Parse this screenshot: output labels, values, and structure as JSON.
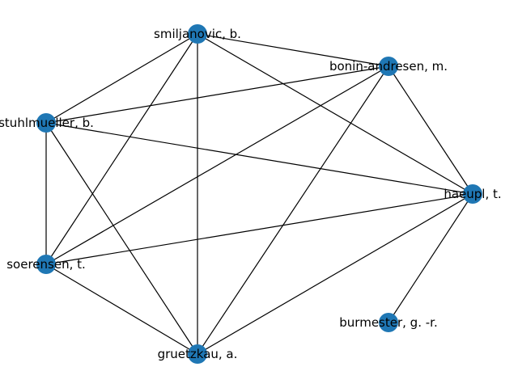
{
  "graph": {
    "node_color": "#1f77b4",
    "edge_color": "#000000",
    "nodes": [
      {
        "id": "smiljanovic",
        "label": "smiljanovic, b."
      },
      {
        "id": "bonin",
        "label": "bonin-andresen, m."
      },
      {
        "id": "stuhlmueller",
        "label": "stuhlmueller, b."
      },
      {
        "id": "haeupl",
        "label": "haeupl, t."
      },
      {
        "id": "soerensen",
        "label": "soerensen, t."
      },
      {
        "id": "burmester",
        "label": "burmester, g. -r."
      },
      {
        "id": "gruetzkau",
        "label": "gruetzkau, a."
      }
    ],
    "edges": [
      [
        "smiljanovic",
        "bonin"
      ],
      [
        "smiljanovic",
        "stuhlmueller"
      ],
      [
        "smiljanovic",
        "soerensen"
      ],
      [
        "smiljanovic",
        "gruetzkau"
      ],
      [
        "smiljanovic",
        "haeupl"
      ],
      [
        "bonin",
        "stuhlmueller"
      ],
      [
        "bonin",
        "soerensen"
      ],
      [
        "bonin",
        "gruetzkau"
      ],
      [
        "bonin",
        "haeupl"
      ],
      [
        "stuhlmueller",
        "haeupl"
      ],
      [
        "stuhlmueller",
        "soerensen"
      ],
      [
        "stuhlmueller",
        "gruetzkau"
      ],
      [
        "soerensen",
        "haeupl"
      ],
      [
        "soerensen",
        "gruetzkau"
      ],
      [
        "gruetzkau",
        "haeupl"
      ],
      [
        "haeupl",
        "burmester"
      ]
    ]
  }
}
